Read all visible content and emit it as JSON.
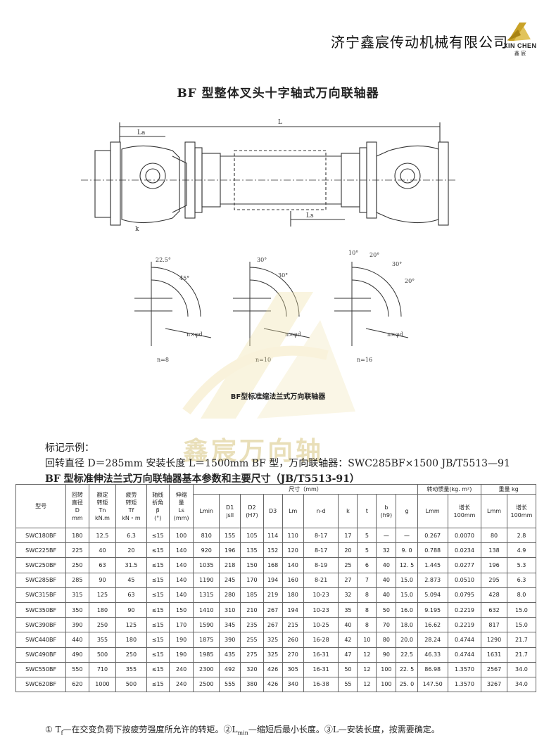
{
  "header": {
    "company": "济宁鑫宸传动机械有限公司",
    "logo_text": "XIN CHEN",
    "logo_sub": "鑫 宸"
  },
  "title": "BF 型整体叉头十字轴式万向联轴器",
  "drawing": {
    "dim_L": "L",
    "dim_La": "La",
    "dim_Ls": "Ls",
    "dim_k": "k",
    "flange_views": [
      {
        "label": "n=8",
        "angle_a": "22.5°",
        "angle_b": "45°",
        "hole": "n×φd"
      },
      {
        "label": "n=10",
        "angle_a": "30°",
        "angle_b": "30°",
        "hole": "n×φd"
      },
      {
        "label": "n=16",
        "angle_a": "10°",
        "angle_b": "20°",
        "angle_c": "30°",
        "angle_d": "20°",
        "hole": "n×φd"
      }
    ],
    "caption": "BF型标准缩法兰式万向联轴器"
  },
  "watermark": "鑫宸万向轴",
  "example": {
    "label": "标记示例：",
    "text": "回转直径 D＝285mm 安装长度 L＝1500mm    BF 型，万向联轴器：SWC285BF×1500    JB/T5513—91"
  },
  "table_title": "BF 型标准伸法兰式万向联轴器基本参数和主要尺寸（JB/T5513-91）",
  "table": {
    "header_top": {
      "model": "型号",
      "D": "回转\n直径\nD\nmm",
      "Tn": "额定\n转矩\nTn\nkN.m",
      "Tf": "疲劳\n转矩\nTf\nkN・m",
      "beta": "轴线\n折角\nβ\n(°)",
      "Ls": "伸缩\n量\nLs\n(mm)",
      "dims": "尺寸（mm）",
      "inertia": "转动惯量(kg. m²)",
      "weight": "重量 kg"
    },
    "header_sub": [
      "Lmin",
      "D1\njsll",
      "D2\n(H7)",
      "D3",
      "Lm",
      "n-d",
      "k",
      "t",
      "b\n(h9)",
      "g",
      "Lmm",
      "增长\n100mm",
      "Lmm",
      "增长\n100mm"
    ],
    "rows": [
      [
        "SWC180BF",
        "180",
        "12.5",
        "6.3",
        "≤15",
        "100",
        "810",
        "155",
        "105",
        "114",
        "110",
        "8-17",
        "17",
        "5",
        "—",
        "—",
        "0.267",
        "0.0070",
        "80",
        "2.8"
      ],
      [
        "SWC225BF",
        "225",
        "40",
        "20",
        "≤15",
        "140",
        "920",
        "196",
        "135",
        "152",
        "120",
        "8-17",
        "20",
        "5",
        "32",
        "9. 0",
        "0.788",
        "0.0234",
        "138",
        "4.9"
      ],
      [
        "SWC250BF",
        "250",
        "63",
        "31.5",
        "≤15",
        "140",
        "1035",
        "218",
        "150",
        "168",
        "140",
        "8-19",
        "25",
        "6",
        "40",
        "12. 5",
        "1.445",
        "0.0277",
        "196",
        "5.3"
      ],
      [
        "SWC285BF",
        "285",
        "90",
        "45",
        "≤15",
        "140",
        "1190",
        "245",
        "170",
        "194",
        "160",
        "8-21",
        "27",
        "7",
        "40",
        "15.0",
        "2.873",
        "0.0510",
        "295",
        "6.3"
      ],
      [
        "SWC315BF",
        "315",
        "125",
        "63",
        "≤15",
        "140",
        "1315",
        "280",
        "185",
        "219",
        "180",
        "10-23",
        "32",
        "8",
        "40",
        "15.0",
        "5.094",
        "0.0795",
        "428",
        "8.0"
      ],
      [
        "SWC350BF",
        "350",
        "180",
        "90",
        "≤15",
        "150",
        "1410",
        "310",
        "210",
        "267",
        "194",
        "10-23",
        "35",
        "8",
        "50",
        "16.0",
        "9.195",
        "0.2219",
        "632",
        "15.0"
      ],
      [
        "SWC390BF",
        "390",
        "250",
        "125",
        "≤15",
        "170",
        "1590",
        "345",
        "235",
        "267",
        "215",
        "10-25",
        "40",
        "8",
        "70",
        "18.0",
        "16.62",
        "0.2219",
        "817",
        "15.0"
      ],
      [
        "SWC440BF",
        "440",
        "355",
        "180",
        "≤15",
        "190",
        "1875",
        "390",
        "255",
        "325",
        "260",
        "16-28",
        "42",
        "10",
        "80",
        "20.0",
        "28.24",
        "0.4744",
        "1290",
        "21.7"
      ],
      [
        "SWC490BF",
        "490",
        "500",
        "250",
        "≤15",
        "190",
        "1985",
        "435",
        "275",
        "325",
        "270",
        "16-31",
        "47",
        "12",
        "90",
        "22.5",
        "46.33",
        "0.4744",
        "1631",
        "21.7"
      ],
      [
        "SWC550BF",
        "550",
        "710",
        "355",
        "≤15",
        "240",
        "2300",
        "492",
        "320",
        "426",
        "305",
        "16-31",
        "50",
        "12",
        "100",
        "22. 5",
        "86.98",
        "1.3570",
        "2567",
        "34.0"
      ],
      [
        "SWC620BF",
        "620",
        "1000",
        "500",
        "≤15",
        "240",
        "2500",
        "555",
        "380",
        "426",
        "340",
        "16-38",
        "55",
        "12",
        "100",
        "25. 0",
        "147.50",
        "1.3570",
        "3267",
        "34.0"
      ]
    ]
  },
  "footnote": {
    "p1": "①    T",
    "sub1": "f",
    "p2": "—在交变负荷下按疲劳强度所允许的转矩。②L",
    "sub2": "min",
    "p3": "—缩短后最小长度。③L—安装长度，按需要确定。"
  },
  "colors": {
    "watermark": "#e9dfb9",
    "logo_gold": "#c9a227",
    "line": "#333333"
  }
}
